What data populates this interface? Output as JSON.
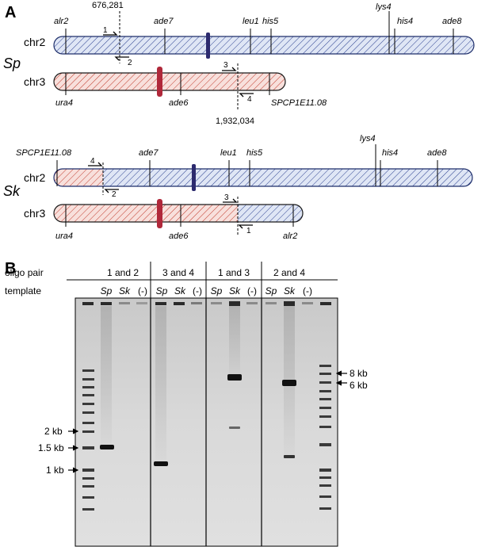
{
  "panel_a": {
    "label": "A",
    "sp": {
      "species": "Sp",
      "chr2": {
        "name": "chr2",
        "genes_top": [
          "alr2",
          "ade7",
          "leu1",
          "his5",
          "lys4",
          "his4",
          "ade8"
        ],
        "breakpoint": "676,281"
      },
      "chr3": {
        "name": "chr3",
        "genes_bottom": [
          "ura4",
          "ade6",
          "SPCP1E11.08"
        ],
        "breakpoint": "1,932,034"
      },
      "oligos": [
        "1",
        "2",
        "3",
        "4"
      ]
    },
    "sk": {
      "species": "Sk",
      "chr2": {
        "name": "chr2",
        "genes_top": [
          "SPCP1E11.08",
          "ade7",
          "leu1",
          "his5",
          "lys4",
          "his4",
          "ade8"
        ]
      },
      "chr3": {
        "name": "chr3",
        "genes_bottom": [
          "ura4",
          "ade6",
          "alr2"
        ]
      },
      "oligos": [
        "4",
        "2",
        "3",
        "1"
      ]
    },
    "colors": {
      "chr2_hatch": "#2a3f8f",
      "chr2_fill": "#dfe6f5",
      "chr3_hatch": "#c0392b",
      "chr3_fill": "#f8e0dc",
      "chr2_centromere": "#2c2a6e",
      "chr3_centromere": "#b0283a"
    }
  },
  "panel_b": {
    "label": "B",
    "oligo_pair_label": "oligo pair",
    "template_label": "template",
    "groups": [
      {
        "pair": "1 and 2",
        "templates": [
          "Sp",
          "Sk",
          "(-)"
        ]
      },
      {
        "pair": "3 and 4",
        "templates": [
          "Sp",
          "Sk",
          "(-)"
        ]
      },
      {
        "pair": "1 and 3",
        "templates": [
          "Sp",
          "Sk",
          "(-)"
        ]
      },
      {
        "pair": "2 and 4",
        "templates": [
          "Sp",
          "Sk",
          "(-)"
        ]
      }
    ],
    "markers_left": [
      "2 kb",
      "1.5 kb",
      "1 kb"
    ],
    "markers_right": [
      "8 kb",
      "6 kb"
    ]
  }
}
